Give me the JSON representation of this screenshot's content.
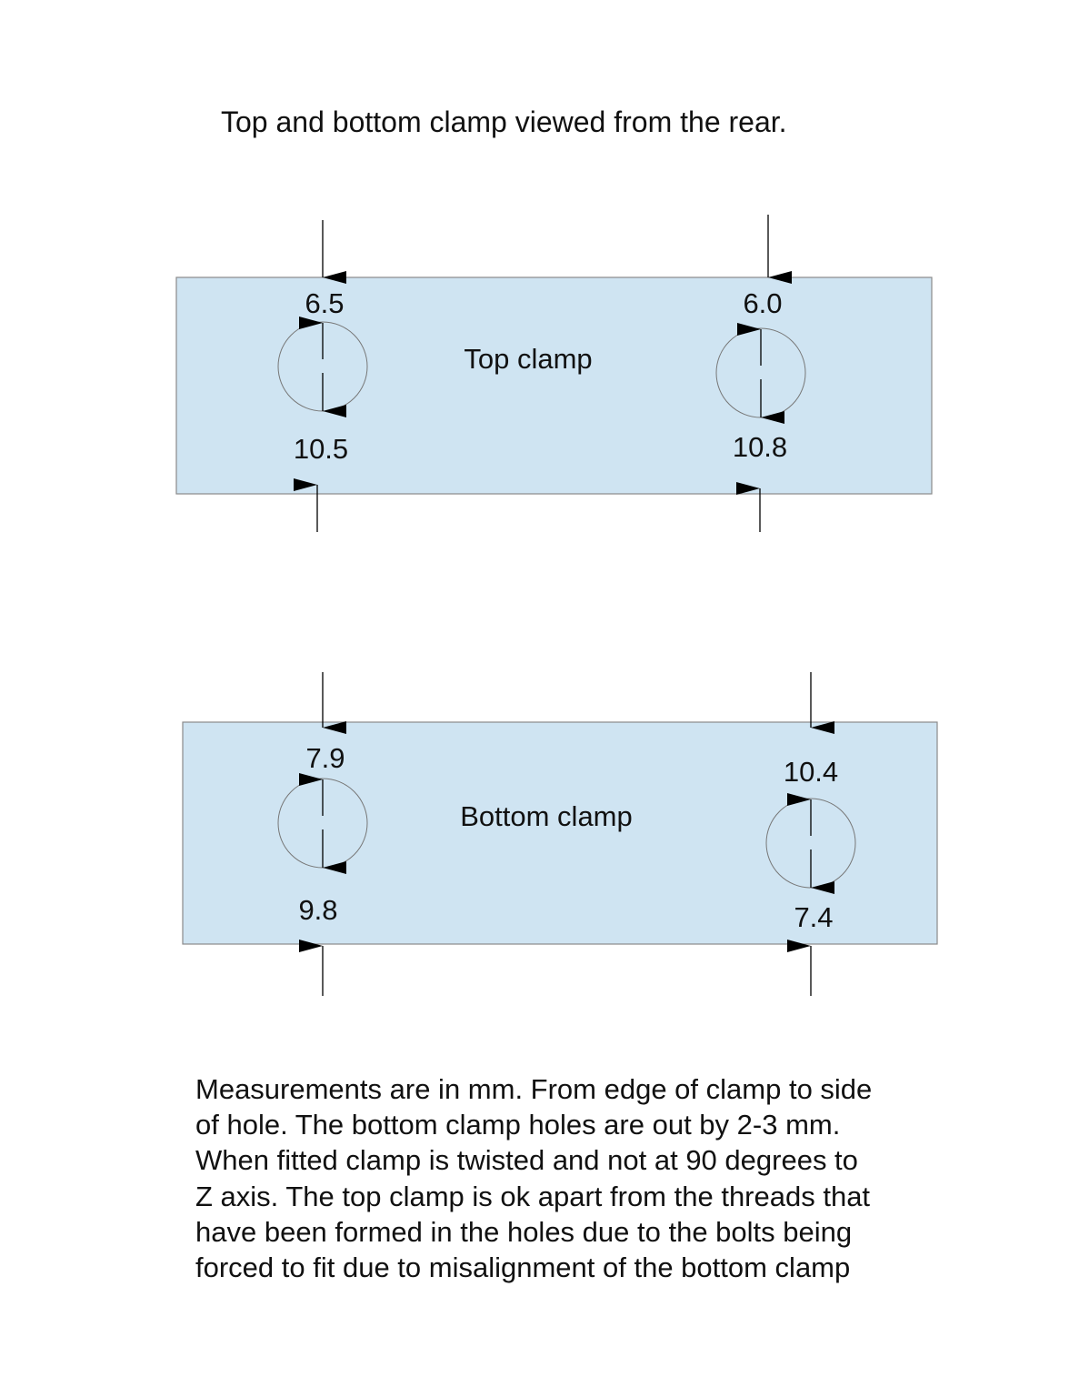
{
  "title": "Top  and bottom clamp viewed from the rear.",
  "colors": {
    "clamp_fill": "#cfe4f2",
    "clamp_border": "#8a8a8a",
    "hole_stroke": "#777777",
    "arrow": "#000000"
  },
  "top_clamp": {
    "label": "Top clamp",
    "left_hole": {
      "top": "6.5",
      "bottom": "10.5"
    },
    "right_hole": {
      "top": "6.0",
      "bottom": "10.8"
    }
  },
  "bottom_clamp": {
    "label": "Bottom clamp",
    "left_hole": {
      "top": "7.9",
      "bottom": "9.8"
    },
    "right_hole": {
      "top": "10.4",
      "bottom": "7.4"
    }
  },
  "notes": [
    "Measurements are in mm. From edge of clamp to side",
    "of hole. The bottom clamp holes are out by 2-3 mm.",
    "When fitted clamp is twisted and not at 90 degrees to",
    "Z axis. The top clamp is ok apart from the threads that",
    "have been formed in the holes due to the bolts being",
    "forced to fit due to misalignment of the bottom clamp"
  ]
}
